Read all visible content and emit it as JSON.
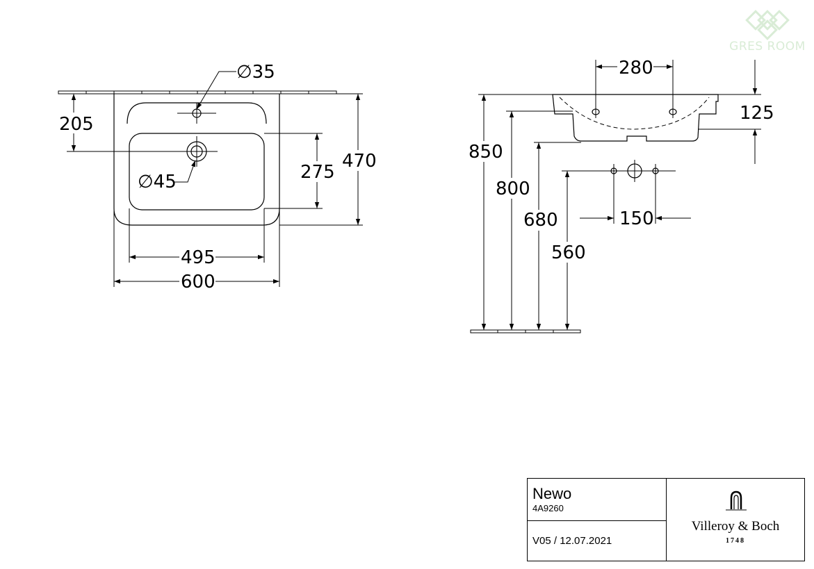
{
  "watermark": {
    "text": "GRES ROOM",
    "color": "#d9ecd6"
  },
  "top_view": {
    "tap_hole": "∅35",
    "drain_hole": "∅45",
    "dims": {
      "rear_to_drain": "205",
      "bowl_depth": "275",
      "total_depth": "470",
      "bowl_width": "495",
      "total_width": "600"
    }
  },
  "side_view": {
    "dims": {
      "fixing_spacing": "280",
      "rim_height": "125",
      "installation_height": "850",
      "fixing_height": "800",
      "siphon_height": "680",
      "supply_height": "560",
      "supply_spacing": "150"
    }
  },
  "title_block": {
    "product": "Newo",
    "code": "4A9260",
    "version": "V05 / 12.07.2021",
    "brand": "Villeroy & Boch",
    "year": "1748",
    "logo_icon": "faucet-arch-icon"
  }
}
